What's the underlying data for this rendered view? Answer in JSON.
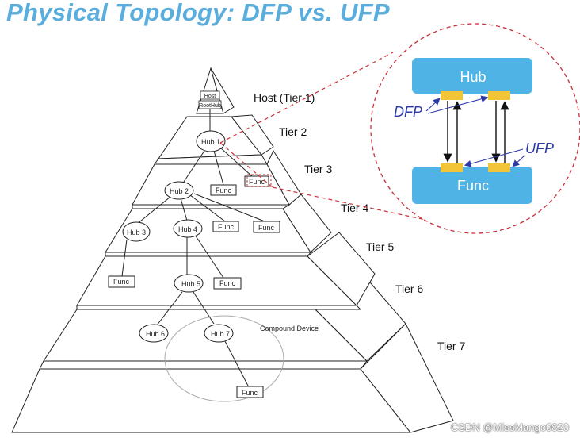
{
  "title": "Physical Topology: DFP vs. UFP",
  "tiers": {
    "t1": "Host (Tier 1)",
    "t2": "Tier 2",
    "t3": "Tier 3",
    "t4": "Tier 4",
    "t5": "Tier 5",
    "t6": "Tier 6",
    "t7": "Tier 7"
  },
  "host": {
    "top": "Host",
    "bottom": "RootHub"
  },
  "nodes": {
    "hub1": "Hub 1",
    "hub2": "Hub 2",
    "hub3": "Hub 3",
    "hub4": "Hub 4",
    "hub5": "Hub 5",
    "hub6": "Hub 6",
    "hub7": "Hub 7",
    "func": "Func"
  },
  "compound_label": "Compound Device",
  "zoom": {
    "hub_label": "Hub",
    "func_label": "Func",
    "dfp_label": "DFP",
    "ufp_label": "UFP",
    "box_color": "#4fb3e6",
    "port_color": "#f2c438",
    "circle_color": "#c9303a",
    "label_color": "#2c3aa8"
  },
  "watermark": "CSDN @MissMango0820"
}
